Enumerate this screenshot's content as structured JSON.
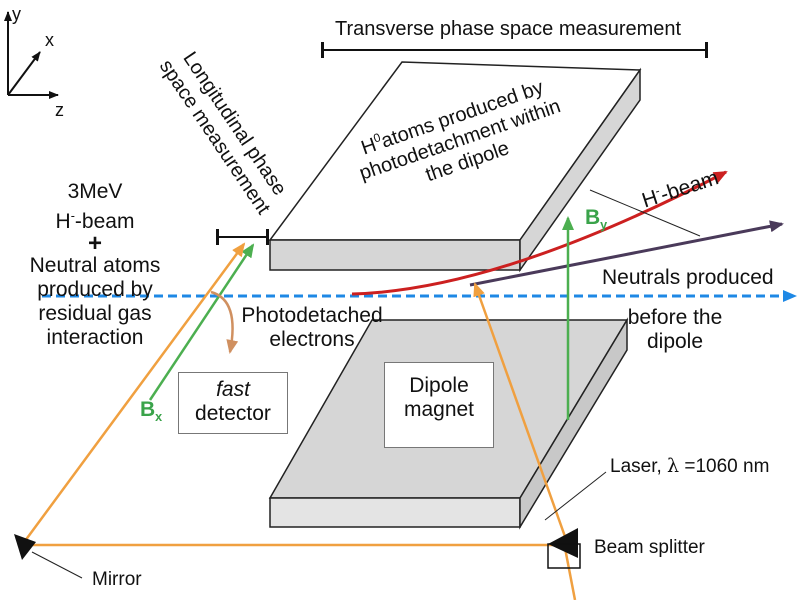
{
  "axes": {
    "y": "y",
    "x": "x",
    "z": "z"
  },
  "titles": {
    "transverse": "Transverse phase space measurement",
    "longitudinal_line1": "Longitudinal phase",
    "longitudinal_line2": "space measurement"
  },
  "left_text": {
    "beam_line1": "3MeV",
    "beam_line2_prefix": "H",
    "beam_line2_sup": "-",
    "beam_line2_suffix": "-beam",
    "plus": "+",
    "neutral_line1": "Neutral atoms",
    "neutral_line2": "produced by",
    "neutral_line3": "residual gas",
    "neutral_line4": "interaction"
  },
  "h0_text": {
    "line1_prefix": "H",
    "line1_sup": "0",
    "line1_suffix": "atoms produced by",
    "line2": "photodetachment within",
    "line3": "the dipole"
  },
  "hbeam": {
    "prefix": "H",
    "sup": "-",
    "suffix": "-beam"
  },
  "by": {
    "letter": "B",
    "sub": "y"
  },
  "bx": {
    "letter": "B",
    "sub": "x"
  },
  "neutrals": {
    "line1": "Neutrals produced",
    "line2": "before the",
    "line3": "dipole"
  },
  "photodetached": {
    "line1": "Photodetached",
    "line2": "electrons"
  },
  "detector": {
    "line1": "fast",
    "line2": "detector"
  },
  "dipole": {
    "line1": "Dipole",
    "line2": "magnet"
  },
  "laser": {
    "prefix": "Laser, ",
    "lambda": "λ",
    "suffix": " =1060 nm"
  },
  "mirror": "Mirror",
  "splitter": "Beam splitter",
  "colors": {
    "laser": "#f0a040",
    "hbeam": "#cc2020",
    "neutral_beam": "#1e88e5",
    "field": "#4caf50",
    "h0_beam": "#4a3a5a",
    "magnet_face": "#ffffff",
    "magnet_side": "#d6d6d6",
    "electron_arrow": "#d09060"
  }
}
